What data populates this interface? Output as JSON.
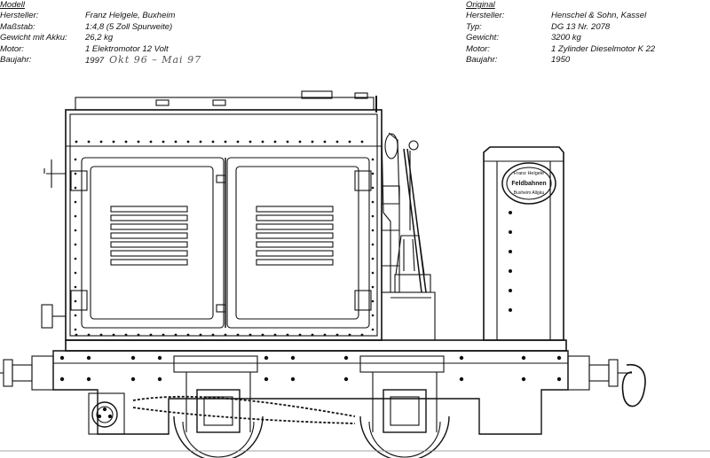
{
  "model": {
    "heading": "Modell",
    "rows": [
      {
        "key": "Hersteller:",
        "value": "Franz Helgele, Buxheim"
      },
      {
        "key": "Maßstab:",
        "value": "1:4,8 (5 Zoll Spurweite)"
      },
      {
        "key": "Gewicht mit Akku:",
        "value": "26,2 kg"
      },
      {
        "key": "Motor:",
        "value": "1 Elektromotor 12 Volt"
      },
      {
        "key": "Baujahr:",
        "value": "1997"
      }
    ],
    "handwritten_note": "Okt 96 – Mai 97"
  },
  "original": {
    "heading": "Original",
    "rows": [
      {
        "key": "Hersteller:",
        "value": "Henschel & Sohn, Kassel"
      },
      {
        "key": "Typ:",
        "value": "DG 13 Nr. 2078"
      },
      {
        "key": "Gewicht:",
        "value": "3200 kg"
      },
      {
        "key": "Motor:",
        "value": "1 Zylinder Dieselmotor K 22"
      },
      {
        "key": "Baujahr:",
        "value": "1950"
      }
    ]
  },
  "nameplate": {
    "line1": "Franz Helgele",
    "line2": "Feldbahnen",
    "line3": "Buxheim Allgäu"
  },
  "colors": {
    "ink": "#111111",
    "paper": "#ffffff"
  }
}
